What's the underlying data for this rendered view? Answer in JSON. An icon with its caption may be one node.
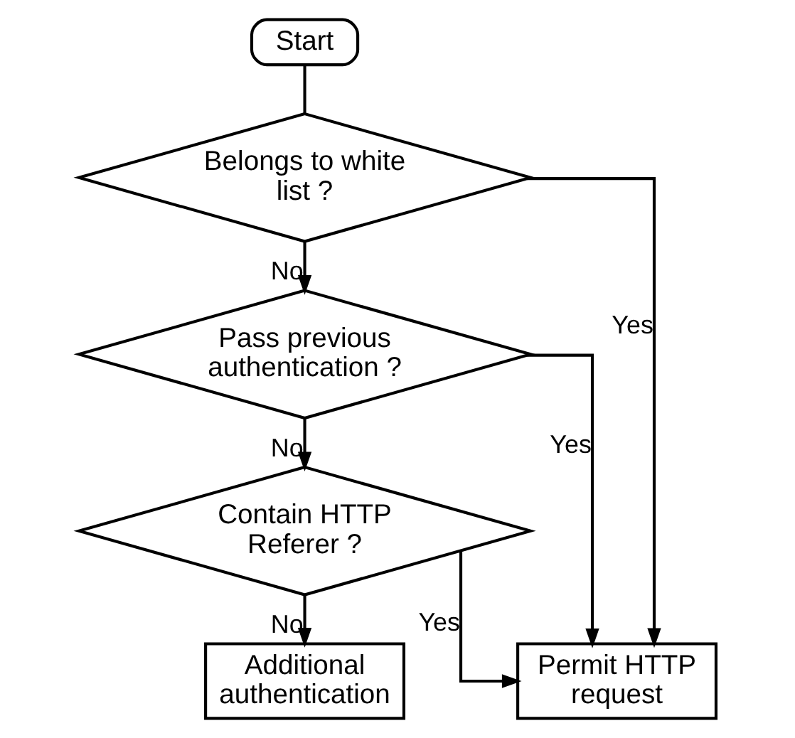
{
  "diagram": {
    "nodes": [
      {
        "text": [
          "Start"
        ]
      },
      {
        "text": [
          "Belongs to white list ?"
        ]
      },
      {
        "text": [
          "Pass previous authentication ?"
        ]
      },
      {
        "text": [
          "Contain HTTP Referer ?"
        ]
      },
      {
        "text": [
          "Additional authentication"
        ]
      },
      {
        "text": [
          "Permit HTTP request"
        ]
      }
    ],
    "edges": [
      {
        "from": 0,
        "to": 1,
        "arrow": "none"
      },
      {
        "from": 1,
        "to": 2,
        "arrow": "to",
        "label": "No"
      },
      {
        "from": 2,
        "to": 3,
        "arrow": "to",
        "label": "No"
      },
      {
        "from": 3,
        "to": 4,
        "arrow": "to",
        "label": "No"
      },
      {
        "from": 1,
        "to": 5,
        "arrow": "to",
        "label": "Yes"
      },
      {
        "from": 2,
        "to": 5,
        "arrow": "to",
        "label": "Yes"
      },
      {
        "from": 3,
        "to": 5,
        "arrow": "to",
        "label": "Yes"
      }
    ]
  }
}
